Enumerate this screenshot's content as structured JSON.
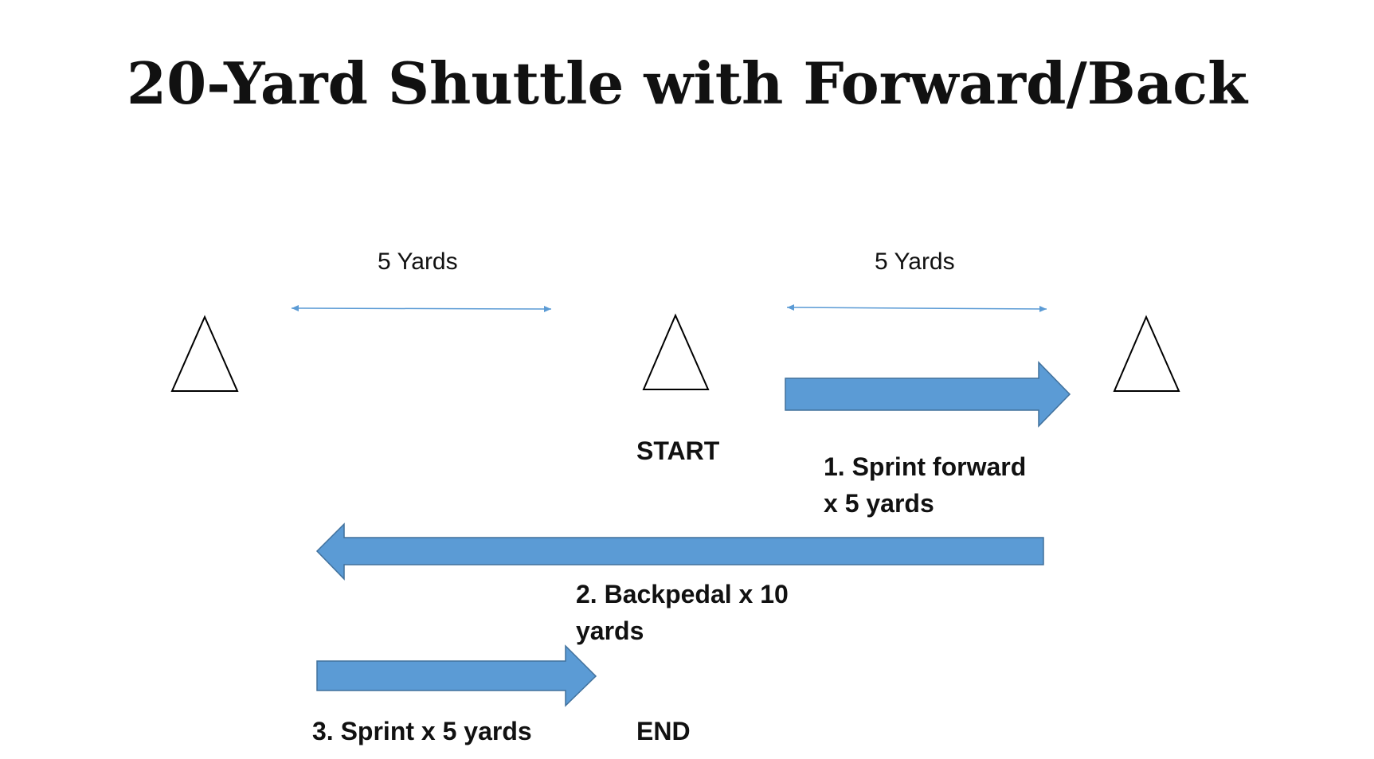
{
  "title": "20-Yard Shuttle with Forward/Back",
  "measurements": {
    "left": "5 Yards",
    "right": "5 Yards"
  },
  "cones": [
    {
      "name": "left-cone",
      "icon": "cone-triangle-icon"
    },
    {
      "name": "center-cone",
      "icon": "cone-triangle-icon"
    },
    {
      "name": "right-cone",
      "icon": "cone-triangle-icon"
    }
  ],
  "labels": {
    "start": "START",
    "end": "END"
  },
  "steps": {
    "step1": "1. Sprint  forward\nx 5 yards",
    "step2": "2. Backpedal x 10\nyards",
    "step3": "3. Sprint x 5 yards"
  },
  "colors": {
    "arrow_fill": "#5b9bd5",
    "arrow_stroke": "#41719c",
    "dimension_line": "#5b9bd5",
    "cone_stroke": "#000000"
  }
}
